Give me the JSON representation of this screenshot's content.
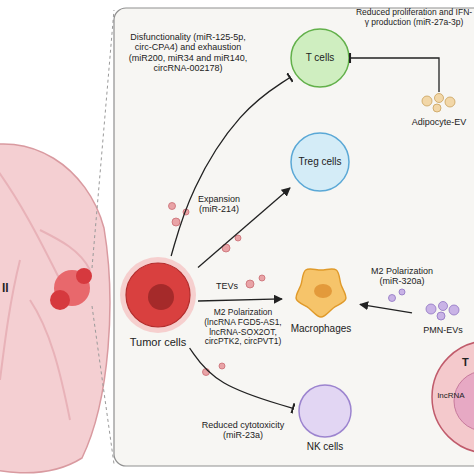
{
  "diagram": {
    "nodes": [
      {
        "text": [
          "Tumor cells"
        ]
      },
      {
        "text": [
          "T cells"
        ]
      },
      {
        "text": [
          "Treg cells"
        ]
      },
      {
        "text": [
          "Macrophages"
        ]
      },
      {
        "text": [
          "NK cells"
        ]
      },
      {
        "text": [
          "Adipocyte-EV"
        ]
      },
      {
        "text": [
          "PMN-EVs"
        ]
      },
      {
        "text": [
          "lncRNA"
        ]
      }
    ],
    "edges": [
      {
        "from": 0,
        "to": 1,
        "arrow": "to",
        "label": "Disfunctionality (miR-125-5p, circ-CPA4) and exhaustion (miR200, miR34 and miR140, circRNA-002178)"
      },
      {
        "from": 0,
        "to": 2,
        "arrow": "to",
        "label": "Expansion (miR-214)"
      },
      {
        "from": 0,
        "to": 3,
        "arrow": "to",
        "label": "M2 Polarization (lncRNA FGD5-AS1, lncRNA-SOX2OT, circPTK2, circPVT1)"
      },
      {
        "from": 0,
        "to": 4,
        "arrow": "to",
        "label": "Reduced cytotoxicity (miR-23a)"
      },
      {
        "from": 5,
        "to": 1,
        "arrow": "to",
        "label": "Reduced proliferation and IFN-γ production (miR-27a-3p)"
      },
      {
        "from": 6,
        "to": 3,
        "arrow": "to",
        "label": "M2 Polarization (miR-320a)"
      }
    ],
    "labels": [
      "ll",
      "TEVs",
      "T"
    ]
  }
}
